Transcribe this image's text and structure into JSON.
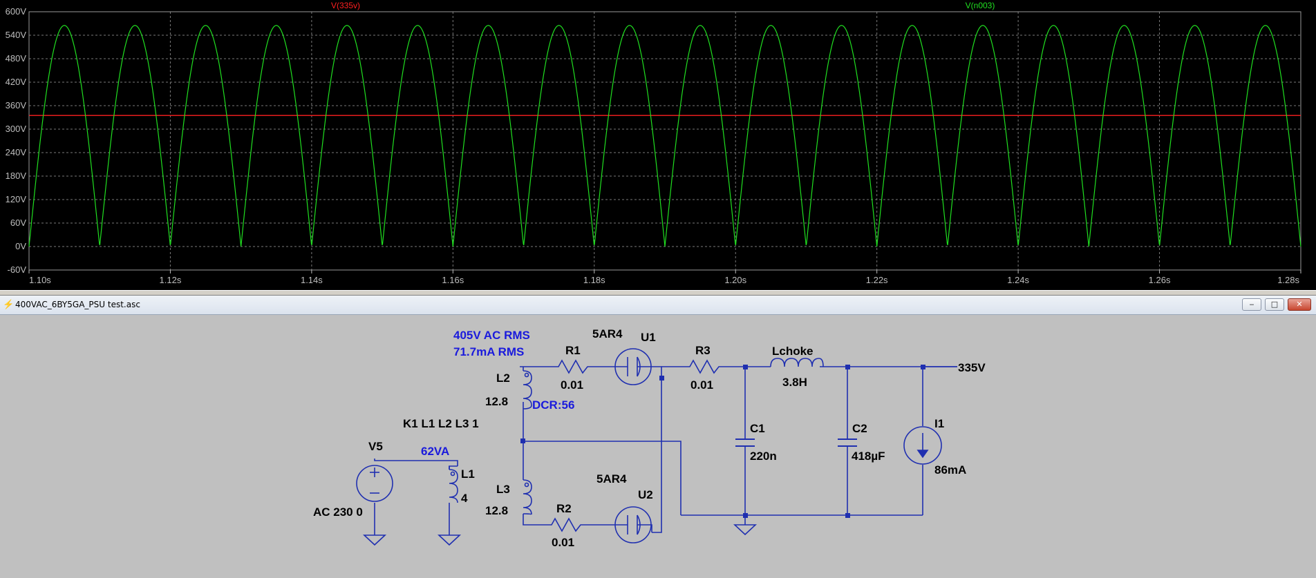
{
  "plot": {
    "traces": [
      {
        "name": "V(335v)",
        "color": "#ff2020"
      },
      {
        "name": "V(n003)",
        "color": "#20e020"
      }
    ],
    "colors": {
      "background": "#000000",
      "grid": "#7a7a7a",
      "axis_text": "#bfbfbf"
    }
  },
  "chart_data": {
    "type": "line",
    "xlabel": "",
    "ylabel": "",
    "xlim": [
      1.1,
      1.28
    ],
    "ylim": [
      -60,
      600
    ],
    "x_ticks": [
      "1.10s",
      "1.12s",
      "1.14s",
      "1.16s",
      "1.18s",
      "1.20s",
      "1.22s",
      "1.24s",
      "1.26s",
      "1.28s"
    ],
    "y_ticks": [
      "600V",
      "540V",
      "480V",
      "420V",
      "360V",
      "300V",
      "240V",
      "180V",
      "120V",
      "60V",
      "0V",
      "-60V"
    ],
    "grid": true,
    "series": [
      {
        "name": "V(335v)",
        "type": "dc-level",
        "value": 335,
        "x": [
          1.1,
          1.28
        ],
        "y": [
          335,
          335
        ]
      },
      {
        "name": "V(n003)",
        "type": "full-wave-rectified-sine",
        "peak": 565,
        "min": 0,
        "period": 0.01,
        "x": [
          1.1,
          1.105,
          1.11,
          1.115,
          1.12,
          1.125,
          1.13,
          1.135,
          1.14,
          1.145,
          1.15,
          1.155,
          1.16,
          1.165,
          1.17,
          1.175,
          1.18,
          1.185,
          1.19,
          1.195,
          1.2,
          1.205,
          1.21,
          1.215,
          1.22,
          1.225,
          1.23,
          1.235,
          1.24,
          1.245,
          1.25,
          1.255,
          1.26,
          1.265,
          1.27,
          1.275,
          1.28
        ],
        "y": [
          0,
          565,
          0,
          565,
          0,
          565,
          0,
          565,
          0,
          565,
          0,
          565,
          0,
          565,
          0,
          565,
          0,
          565,
          0,
          565,
          0,
          565,
          0,
          565,
          0,
          565,
          0,
          565,
          0,
          565,
          0,
          565,
          0,
          565,
          0,
          565,
          0
        ]
      }
    ]
  },
  "window": {
    "title": "400VAC_6BY5GA_PSU test.asc",
    "minimize": "‒",
    "maximize": "□",
    "close": "✕"
  },
  "schematic": {
    "colors": {
      "wire": "#1f2fb0",
      "label": "#000000",
      "annotation": "#1a1adc",
      "background": "#c0c0c0"
    },
    "v5": {
      "name": "V5",
      "value": "AC 230 0"
    },
    "l1": {
      "name": "L1",
      "value": "4"
    },
    "l2": {
      "name": "L2",
      "value": "12.8"
    },
    "l3": {
      "name": "L3",
      "value": "12.8"
    },
    "r1": {
      "name": "R1",
      "value": "0.01"
    },
    "r2": {
      "name": "R2",
      "value": "0.01"
    },
    "r3": {
      "name": "R3",
      "value": "0.01"
    },
    "u1": {
      "name": "U1",
      "model": "5AR4"
    },
    "u2": {
      "name": "U2",
      "model": "5AR4"
    },
    "choke": {
      "name": "Lchoke",
      "value": "3.8H"
    },
    "c1": {
      "name": "C1",
      "value": "220n"
    },
    "c2": {
      "name": "C2",
      "value": "418µF"
    },
    "i1": {
      "name": "I1",
      "value": "86mA"
    },
    "coupling": "K1 L1 L2 L3 1",
    "output_net": "335V",
    "annotations": {
      "ac_voltage": "405V AC RMS",
      "ac_current": "71.7mA RMS",
      "dcr": "DCR:56",
      "va": "62VA"
    }
  }
}
